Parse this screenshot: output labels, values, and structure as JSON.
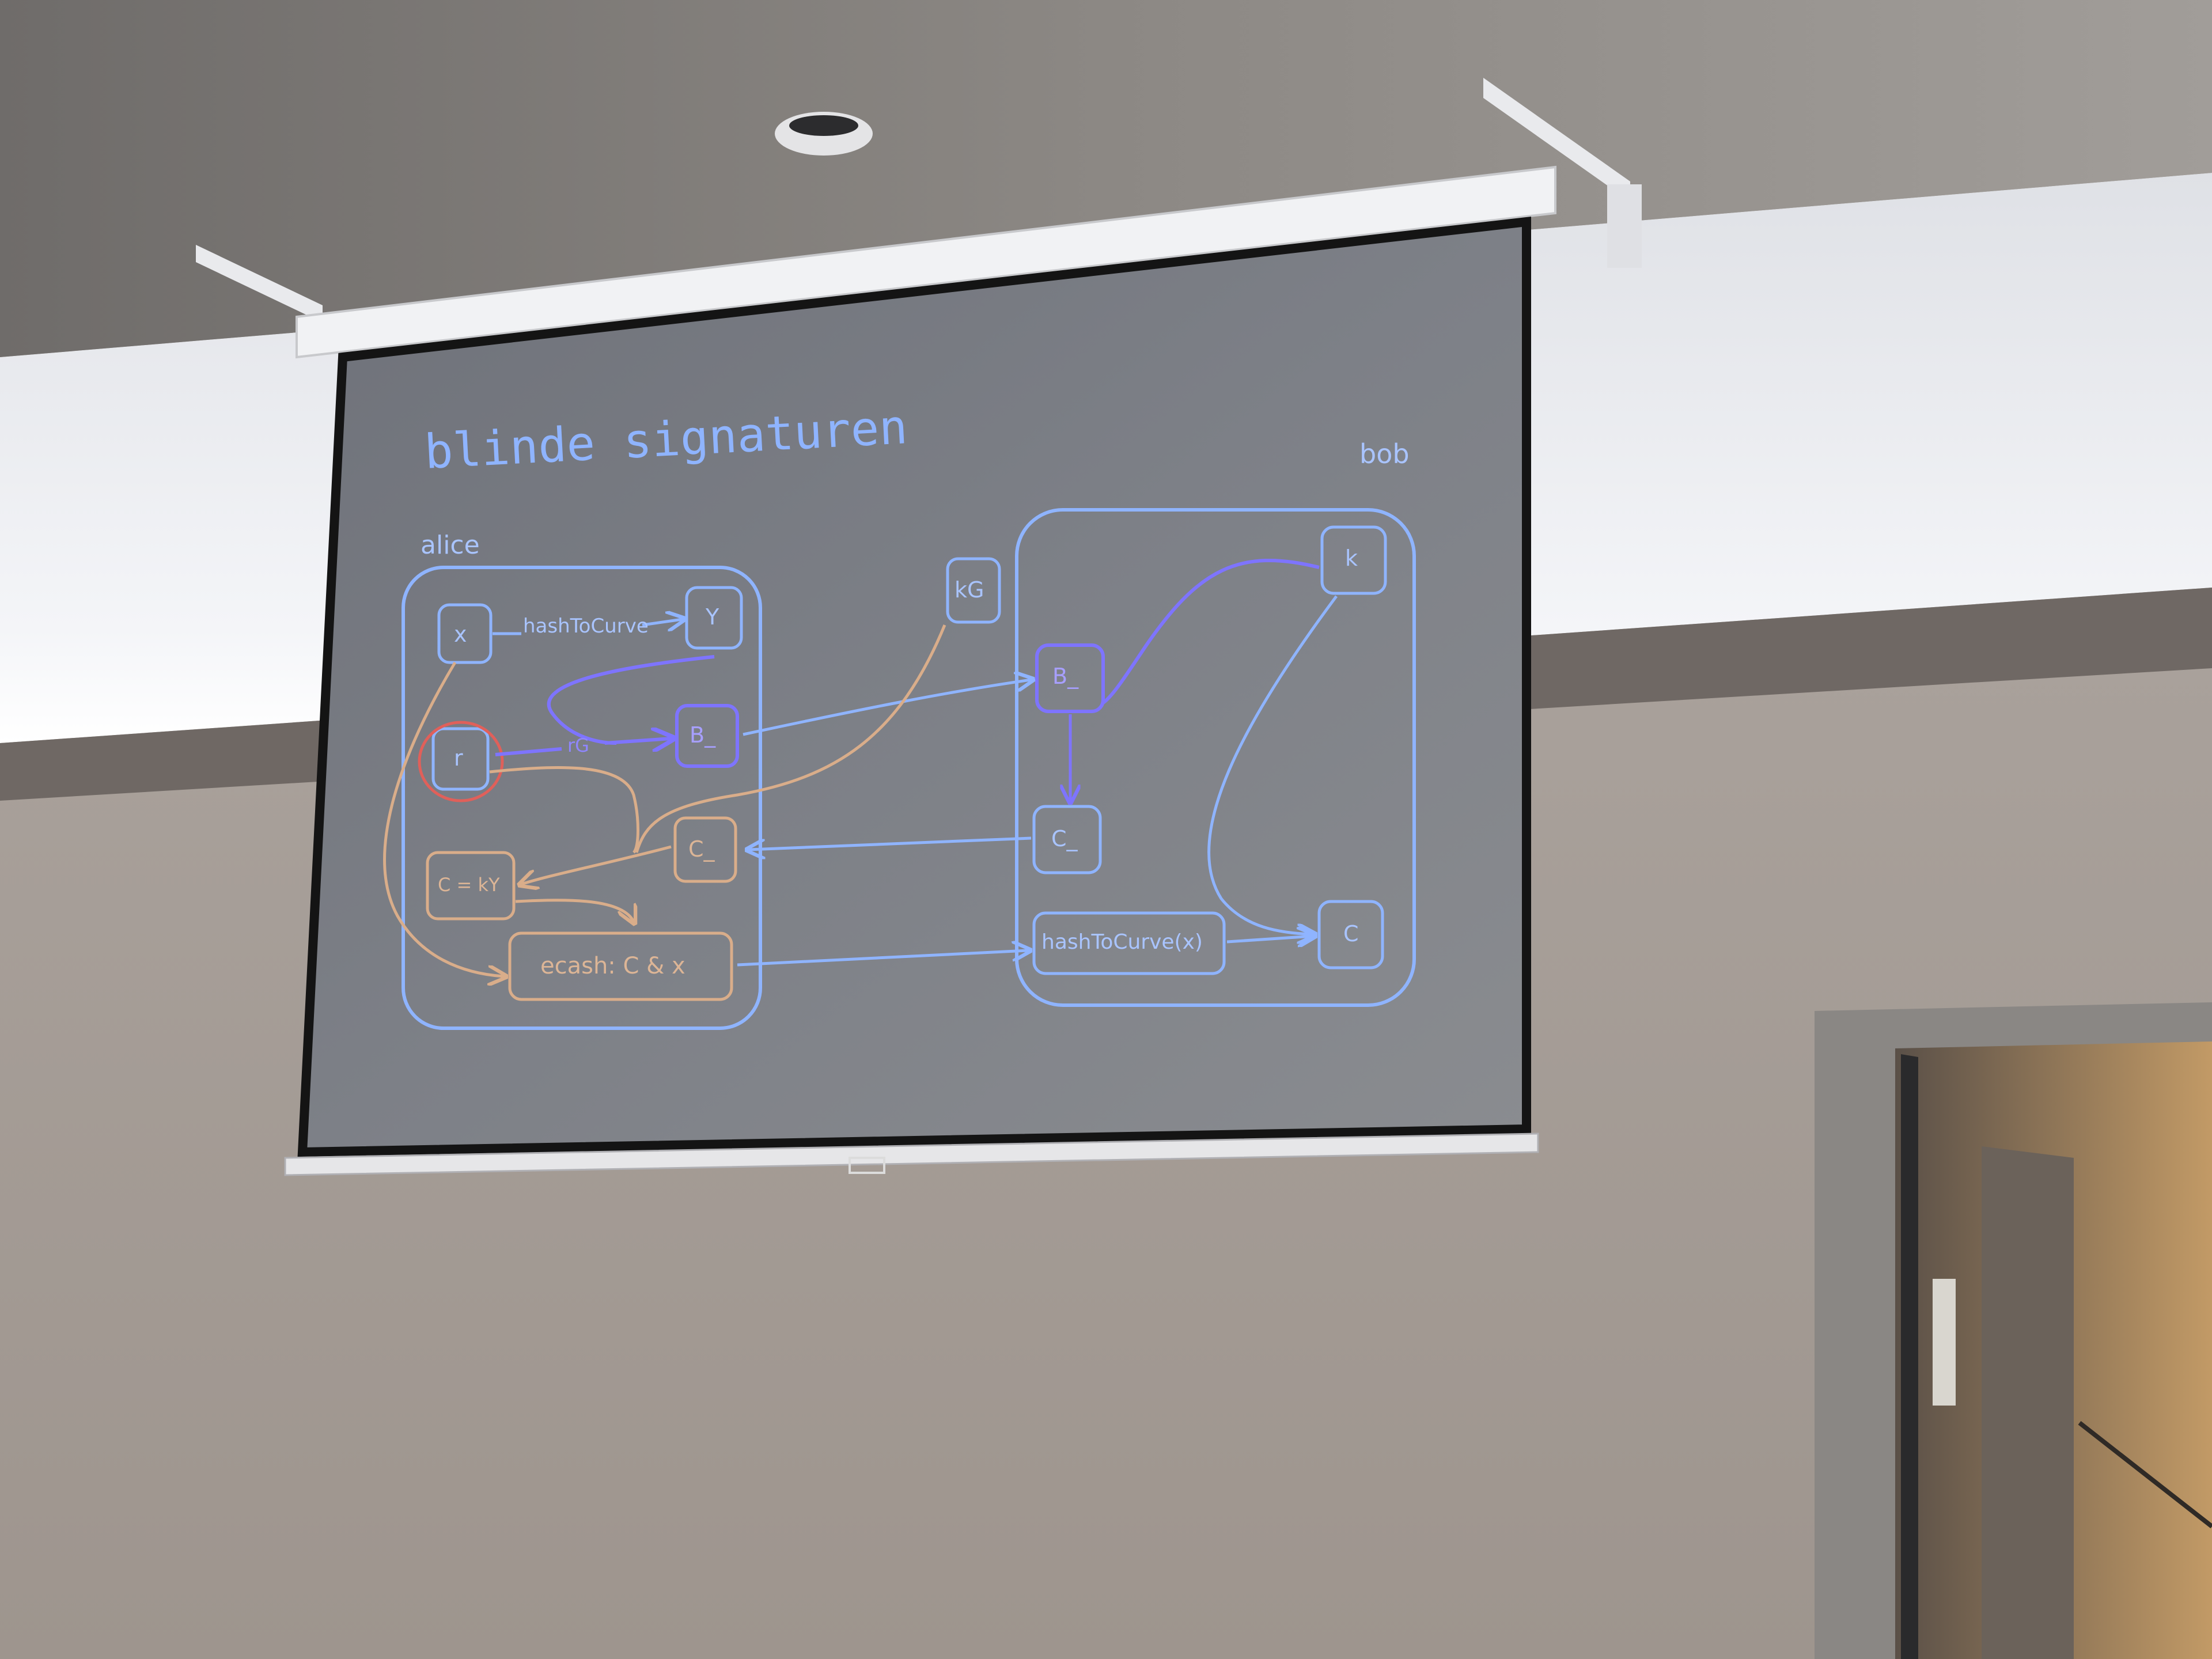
{
  "slide": {
    "title": "blinde signaturen",
    "party_left": "alice",
    "party_right": "bob"
  },
  "alice": {
    "nodes": {
      "x": "x",
      "y": "Y",
      "r": "r",
      "b": "B_",
      "c_blind": "C_",
      "c_formula": "C = kY",
      "ecash": "ecash: C & x"
    },
    "edges": {
      "hash_label": "hashToCurve",
      "rg_label": "rG"
    }
  },
  "public_key": "kG",
  "bob": {
    "nodes": {
      "k": "k",
      "b": "B_",
      "c_blind": "C_",
      "hash_x": "hashToCurve(x)",
      "c": "C"
    }
  },
  "colors": {
    "wall": "#a39a93",
    "ceiling": "#8a8682",
    "screen": "#7a7d84",
    "stroke_blue": "#8fb4ff",
    "stroke_purple": "#7e74ff",
    "stroke_orange": "#d9ad8a",
    "stroke_red": "#e0605a"
  }
}
